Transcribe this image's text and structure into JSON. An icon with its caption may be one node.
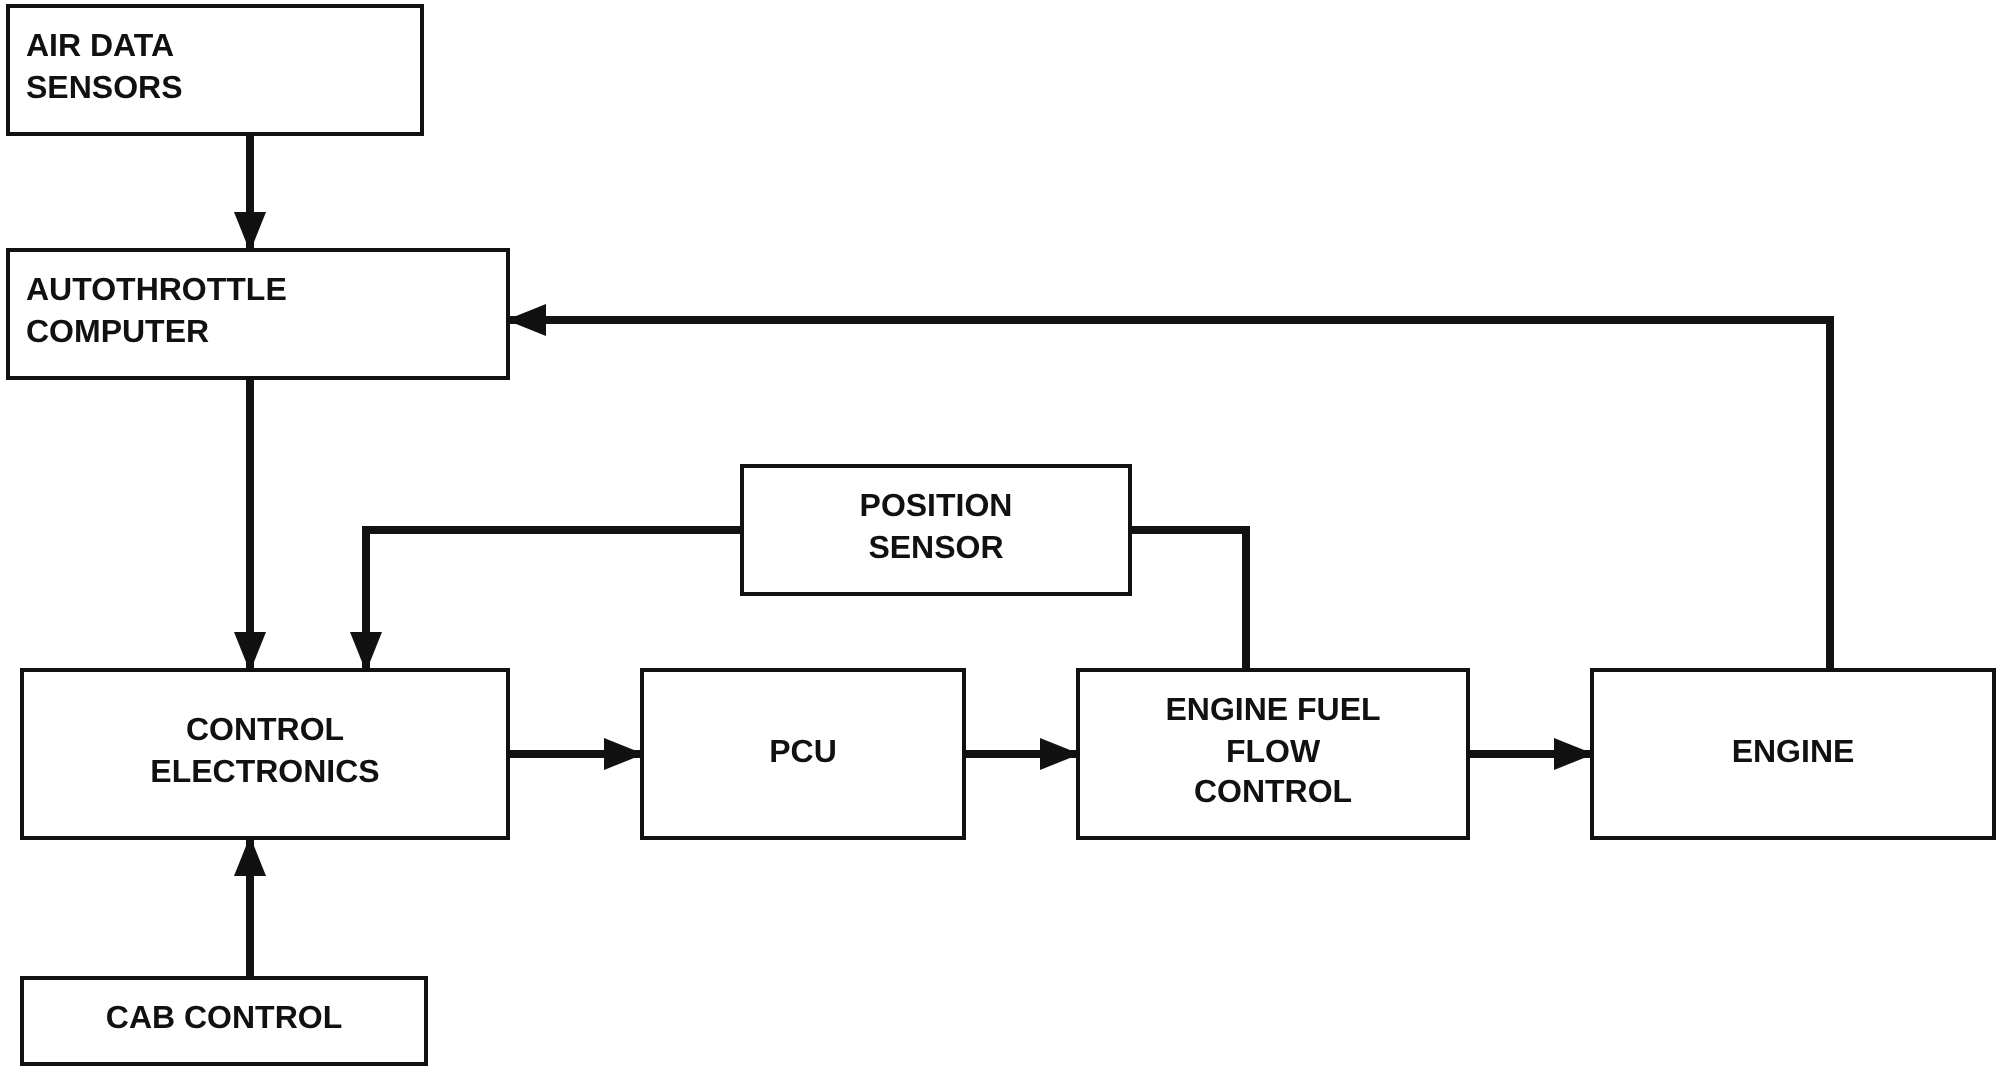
{
  "diagram": {
    "nodes": [
      {
        "text": [
          "AIR DATA SENSORS"
        ]
      },
      {
        "text": [
          "AUTOTHROTTLE COMPUTER"
        ]
      },
      {
        "text": [
          "POSITION SENSOR"
        ]
      },
      {
        "text": [
          "CONTROL ELECTRONICS"
        ]
      },
      {
        "text": [
          "PCU"
        ]
      },
      {
        "text": [
          "ENGINE FUEL FLOW CONTROL"
        ]
      },
      {
        "text": [
          "ENGINE"
        ]
      },
      {
        "text": [
          "CAB CONTROL"
        ]
      }
    ],
    "edges": [
      {
        "from": 0,
        "to": 1,
        "arrow": "to"
      },
      {
        "from": 1,
        "to": 3,
        "arrow": "to"
      },
      {
        "from": 6,
        "to": 1,
        "arrow": "to"
      },
      {
        "from": 2,
        "to": 3,
        "arrow": "to"
      },
      {
        "from": 5,
        "to": 2,
        "arrow": "none"
      },
      {
        "from": 3,
        "to": 4,
        "arrow": "to"
      },
      {
        "from": 4,
        "to": 5,
        "arrow": "to"
      },
      {
        "from": 5,
        "to": 6,
        "arrow": "to"
      },
      {
        "from": 7,
        "to": 3,
        "arrow": "to"
      }
    ]
  }
}
